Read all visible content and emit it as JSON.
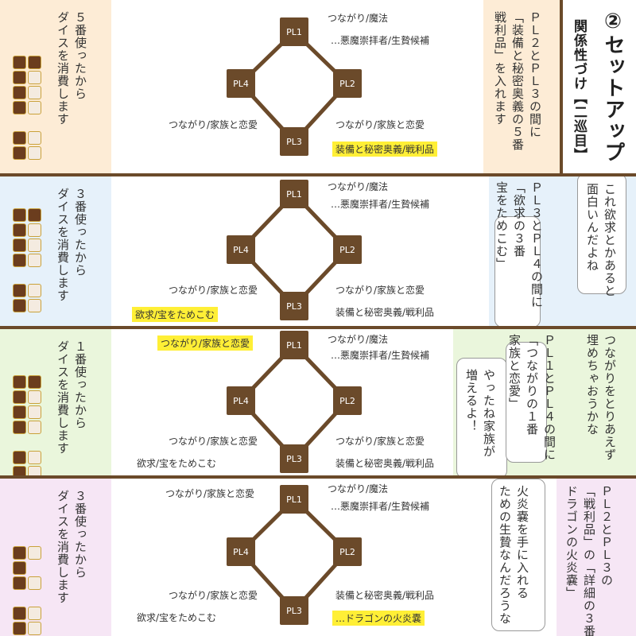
{
  "title": {
    "main": "②セットアップ",
    "sub": "関係性づけ【二巡目】"
  },
  "panels": [
    {
      "bg_left": "#fdecd6",
      "bg_right": "#fdecd6",
      "left_text": "５番使ったから\nダイスを消費します",
      "right_text": "ＰＬ２とＰＬ３の間に\n「装備と秘密奥義の５番\n戦利品」を入れます",
      "comment": "",
      "labels": {
        "pl1_a": "つながり/魔法",
        "pl1_b": "…悪魔崇拝者/生贄候補",
        "left_mid": "つながり/家族と恋愛",
        "right_mid": "つながり/家族と恋愛",
        "bottom_a": "装備と秘密奥義/戦利品",
        "bottom_b": "",
        "top_left": "",
        "left_low": ""
      },
      "dice": [
        "dark",
        "dark",
        "dark",
        "light",
        "dark",
        "light",
        "dark",
        "light",
        "",
        "",
        "dark",
        "light",
        "dark",
        "light"
      ]
    },
    {
      "bg_left": "#e6f1fa",
      "bg_right": "#e6f1fa",
      "left_text": "３番使ったから\nダイスを消費します",
      "right_text": "ＰＬ３とＰＬ４の間に\n「欲求の３番\n宝をためこむ」",
      "comment": "これ欲求とかあると\n面白いんだよね",
      "labels": {
        "pl1_a": "つながり/魔法",
        "pl1_b": "…悪魔崇拝者/生贄候補",
        "left_mid": "つながり/家族と恋愛",
        "right_mid": "つながり/家族と恋愛",
        "bottom_a": "装備と秘密奥義/戦利品",
        "bottom_b": "",
        "top_left": "",
        "left_low": "欲求/宝をためこむ"
      },
      "dice": [
        "dark",
        "dark",
        "dark",
        "light",
        "dark",
        "light",
        "dark",
        "light",
        "",
        "",
        "dark",
        "light",
        "dark",
        "light"
      ]
    },
    {
      "bg_left": "#eaf6dc",
      "bg_right": "#eaf6dc",
      "left_text": "１番使ったから\nダイスを消費します",
      "right_text": "ＰＬ１とＰＬ４の間に\n「つながりの１番\n家族と恋愛」",
      "comment": "つながりをとりあえず\n埋めちゃおうかな",
      "comment2": "やったね家族が\n増えるよ！",
      "labels": {
        "pl1_a": "つながり/魔法",
        "pl1_b": "…悪魔崇拝者/生贄候補",
        "left_mid": "つながり/家族と恋愛",
        "right_mid": "つながり/家族と恋愛",
        "bottom_a": "装備と秘密奥義/戦利品",
        "bottom_b": "",
        "top_left": "つながり/家族と恋愛",
        "left_low": "欲求/宝をためこむ"
      },
      "dice": [
        "dark",
        "dark",
        "dark",
        "light",
        "dark",
        "light",
        "dark",
        "light",
        "",
        "",
        "dark",
        "light",
        "dark",
        "light"
      ]
    },
    {
      "bg_left": "#f6e6f5",
      "bg_right": "#f6e6f5",
      "left_text": "３番使ったから\nダイスを消費します",
      "right_text": "ＰＬ２とＰＬ３の\n「戦利品」の「詳細の３番\nドラゴンの火炎嚢」",
      "comment": "火炎嚢を手に入れる\nための生贄なんだろうな",
      "labels": {
        "pl1_a": "つながり/魔法",
        "pl1_b": "…悪魔崇拝者/生贄候補",
        "left_mid": "つながり/家族と恋愛",
        "right_mid": "",
        "bottom_a": "装備と秘密奥義/戦利品",
        "bottom_b": "…ドラゴンの火炎嚢",
        "top_left": "つながり/家族と恋愛",
        "left_low": "欲求/宝をためこむ"
      },
      "dice": [
        "",
        "",
        "dark",
        "light",
        "dark",
        "",
        "dark",
        "light",
        "",
        "",
        "dark",
        "light",
        "dark",
        "light"
      ]
    }
  ],
  "nodes": {
    "pl1": "PL1",
    "pl2": "PL2",
    "pl3": "PL3",
    "pl4": "PL4"
  }
}
